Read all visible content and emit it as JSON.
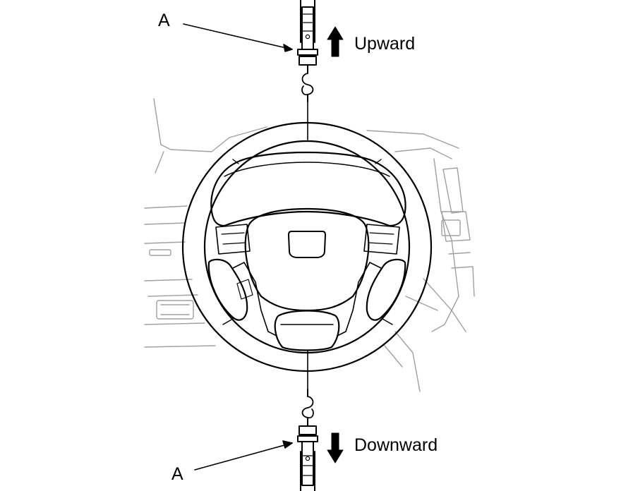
{
  "labels": {
    "a_top": "A",
    "a_bottom": "A",
    "upward": "Upward",
    "downward": "Downward"
  },
  "colors": {
    "ink": "#000000",
    "paper": "#ffffff",
    "gray": "#a0a0a0"
  }
}
